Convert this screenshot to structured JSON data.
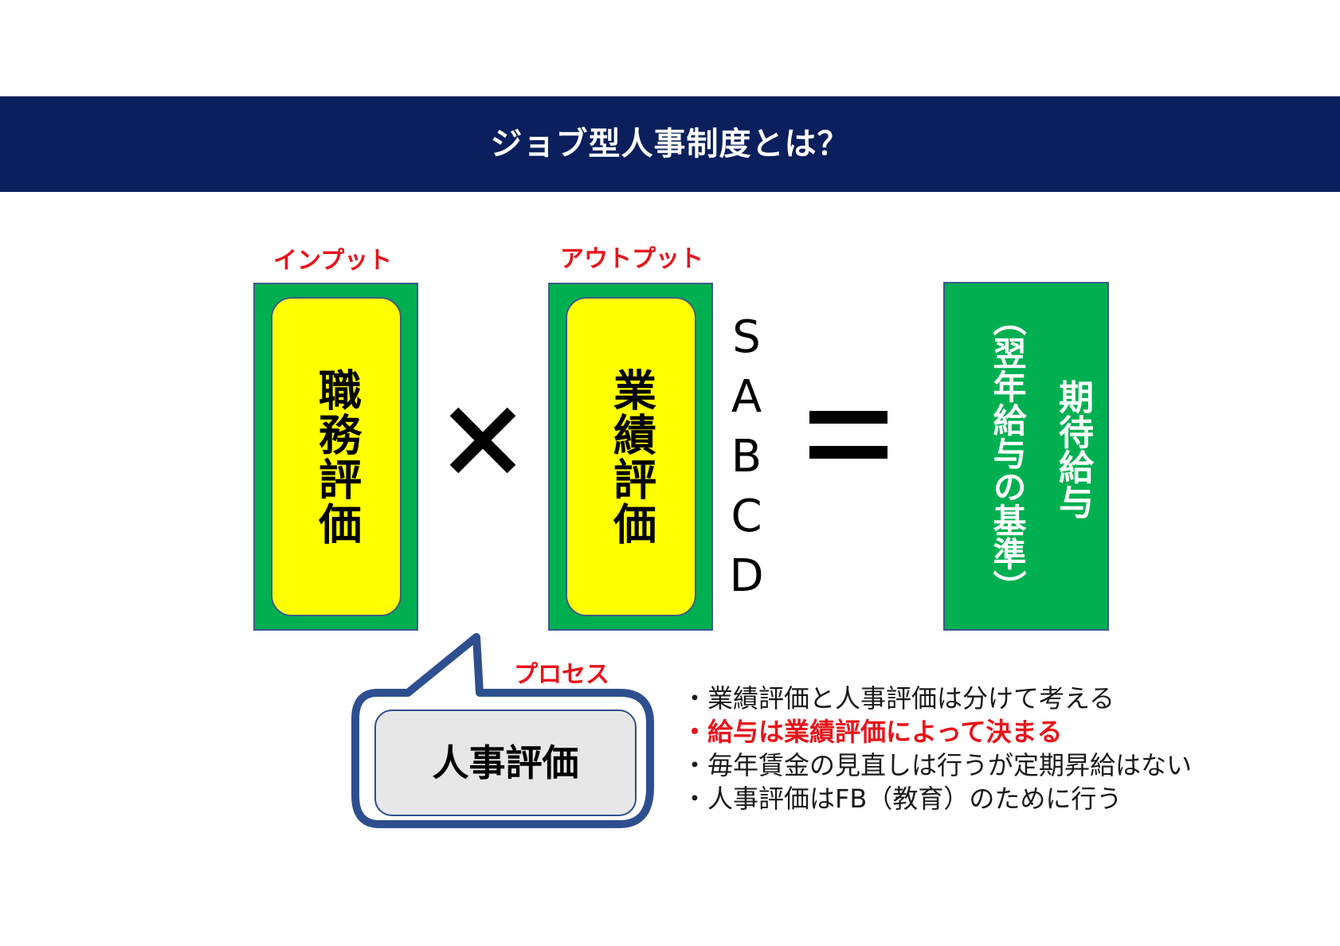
{
  "header": {
    "title": "ジョブ型人事制度とは？"
  },
  "labels": {
    "input": "インプット",
    "output": "アウトプット",
    "process": "プロセス"
  },
  "boxes": {
    "job_evaluation": "職務評価",
    "performance_evaluation": "業績評価",
    "hr_evaluation": "人事評価"
  },
  "grades": [
    "S",
    "A",
    "B",
    "C",
    "D"
  ],
  "result": {
    "main": "期待給与",
    "sub": "（翌年給与の基準）"
  },
  "bullets": [
    {
      "text": "・業績評価と人事評価は分けて考える",
      "highlight": false
    },
    {
      "text": "・給与は業績評価によって決まる",
      "highlight": true
    },
    {
      "text": "・毎年賃金の見直しは行うが定期昇給はない",
      "highlight": false
    },
    {
      "text": "・人事評価はFB（教育）のために行う",
      "highlight": false
    }
  ],
  "colors": {
    "banner": "#0a1f5c",
    "green": "#00b050",
    "yellow": "#ffff00",
    "red": "#e8141b",
    "bubble_fill": "#e7e7e7",
    "bubble_border": "#2e4f8f"
  },
  "icons": {
    "multiply": "multiply-icon",
    "equals": "equals-icon"
  }
}
